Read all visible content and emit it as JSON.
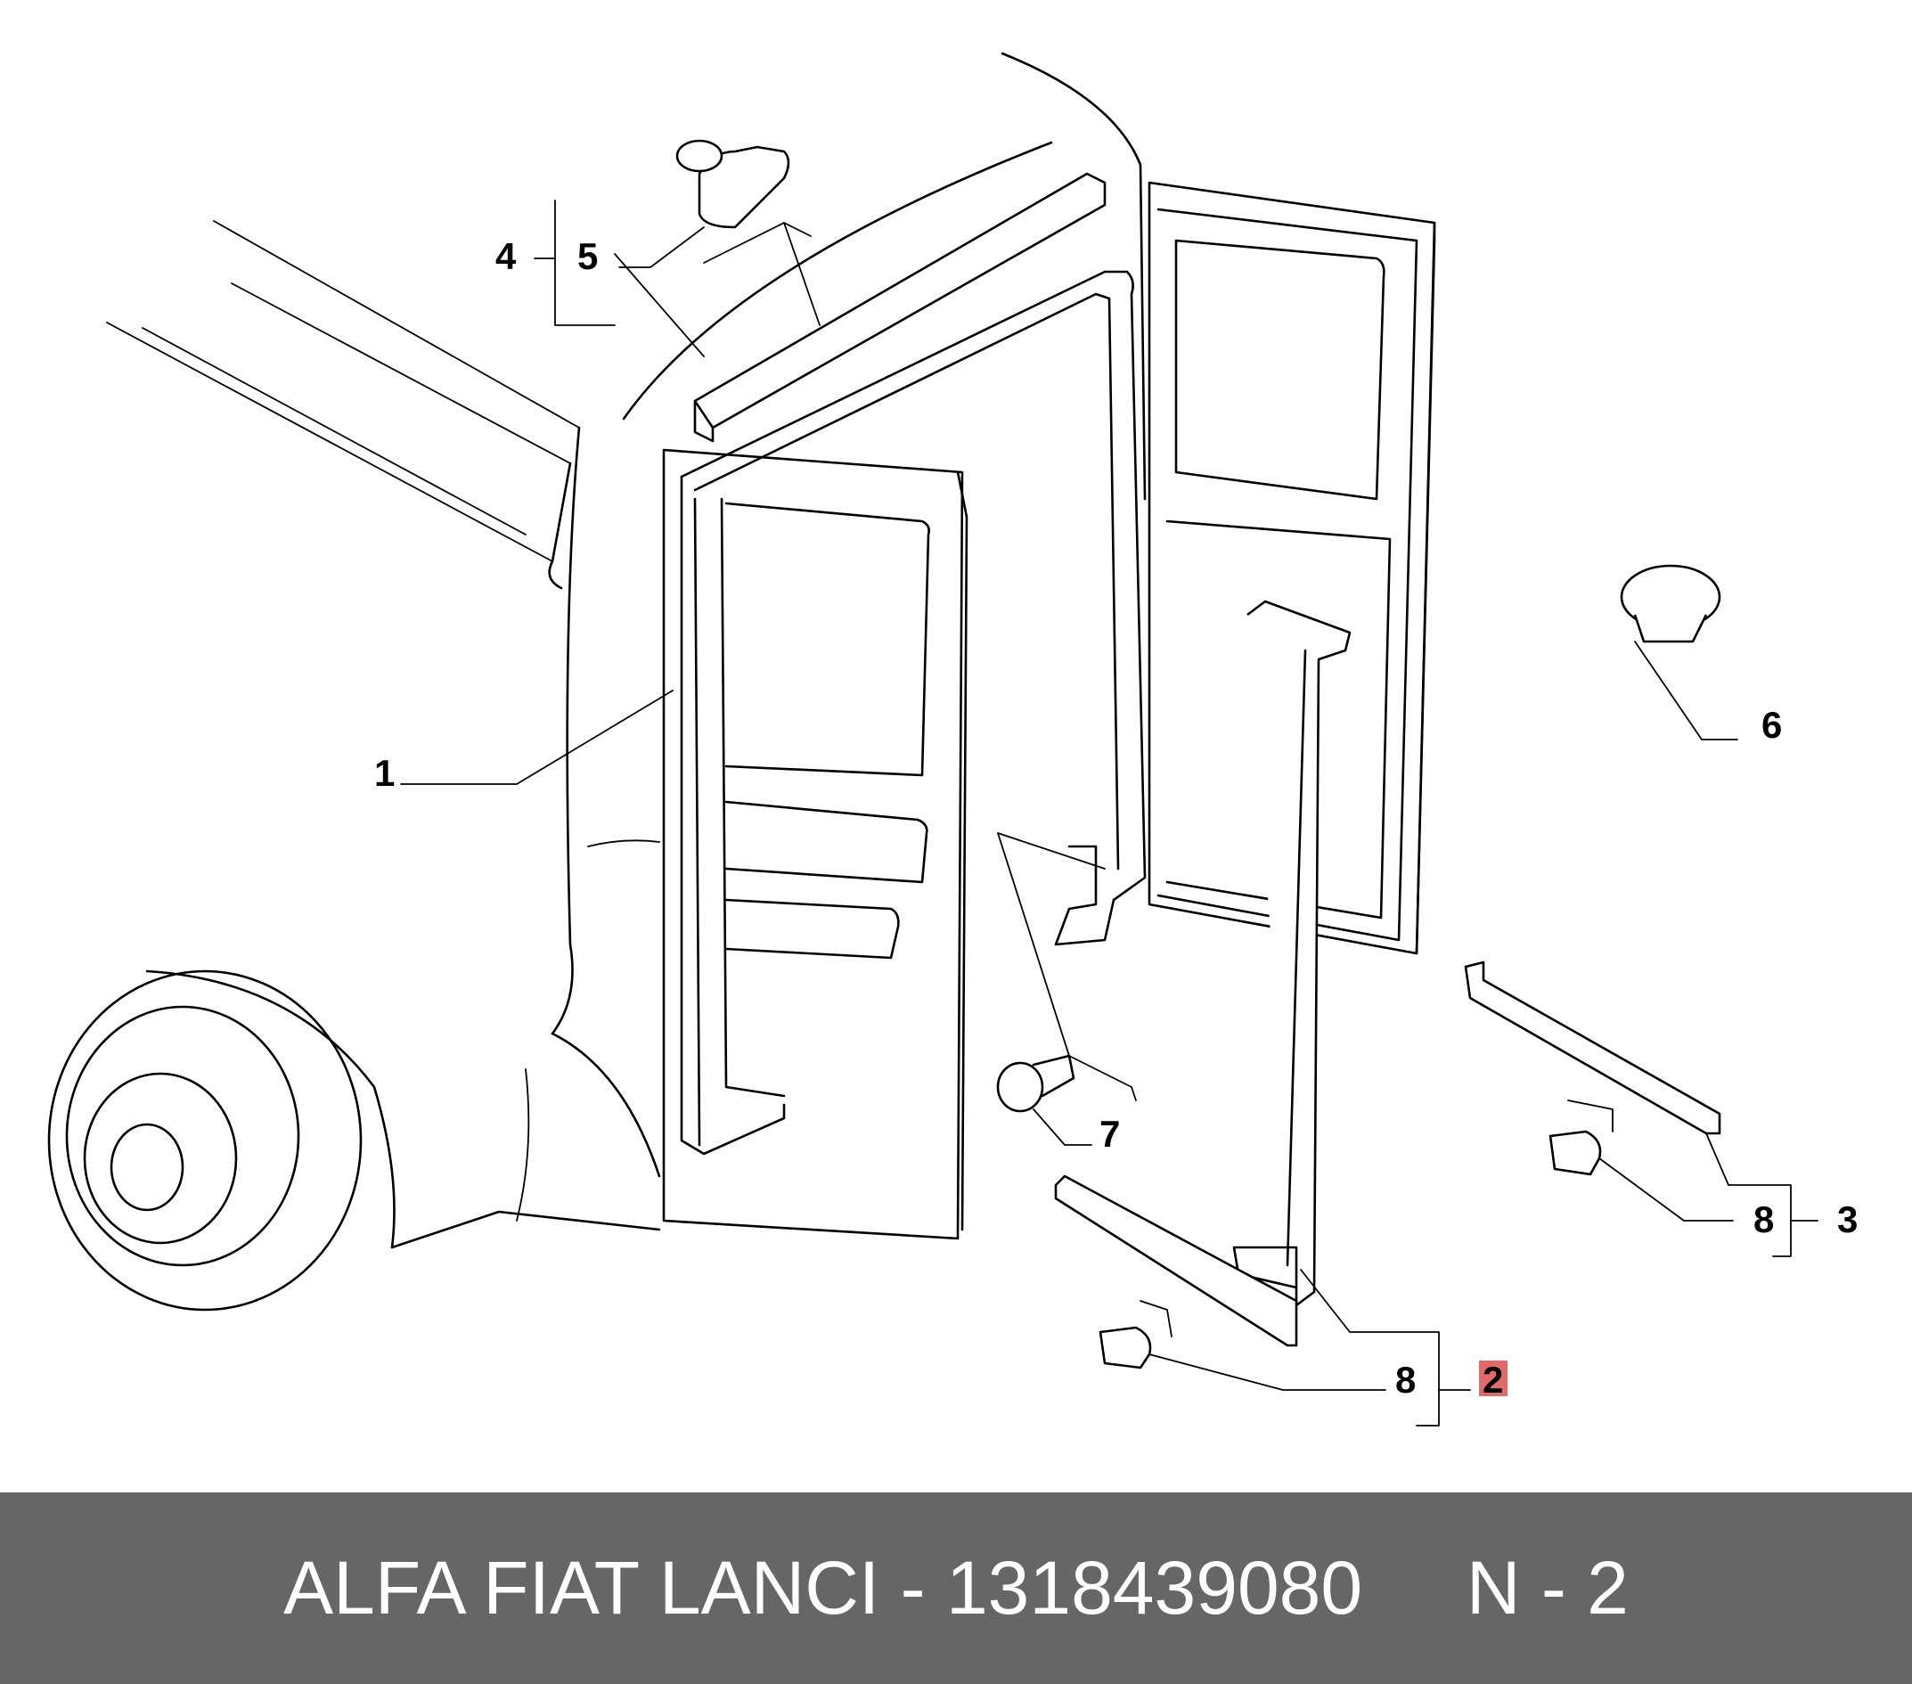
{
  "callouts": {
    "c1": "1",
    "c2": "2",
    "c3": "3",
    "c4": "4",
    "c5": "5",
    "c6": "6",
    "c7": "7",
    "c8a": "8",
    "c8b": "8"
  },
  "highlight_color": "#e06a6a",
  "footer": {
    "brand": "ALFA FIAT LANCI",
    "separator": " - ",
    "part_number": "1318439080",
    "gap": "     ",
    "note": "N - 2"
  }
}
